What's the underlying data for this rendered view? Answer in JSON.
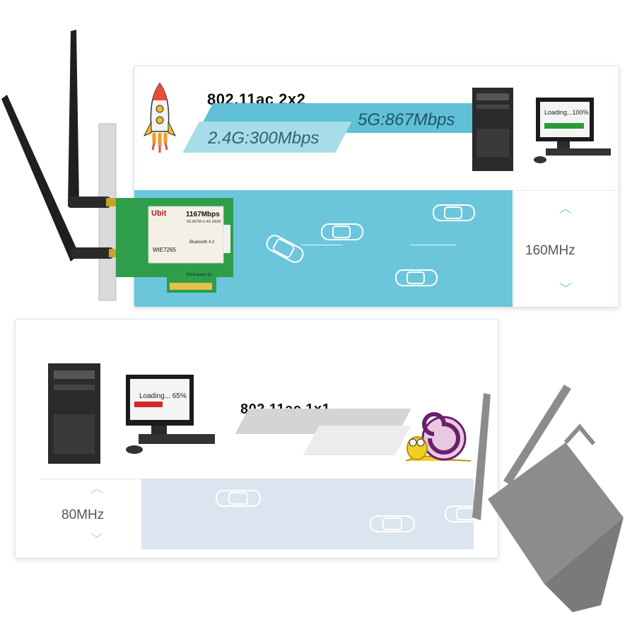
{
  "card_top": {
    "standard": "802.11ac 2x2",
    "band_5g": "5G:867Mbps",
    "band_24g": "2.4G:300Mbps",
    "bandwidth": "160MHz",
    "monitor_text": "Loading...100%"
  },
  "card_bot": {
    "standard": "802.11ac 1x1",
    "bandwidth": "80MHz",
    "monitor_text": "Loading... 65%"
  },
  "product": {
    "brand": "Ubit",
    "speed": "1167Mbps",
    "sub": "5G 867M+2.4G 300M",
    "bluetooth": "Bluetooth 4.2",
    "model": "WIE7265",
    "bus": "PCI-Express X1"
  },
  "colors": {
    "accent": "#6cc6db",
    "band_dark": "#5fc0d6",
    "band_light": "#a7dde9",
    "pcb": "#2e9e4a",
    "gray_card": "#8c8c8c"
  }
}
